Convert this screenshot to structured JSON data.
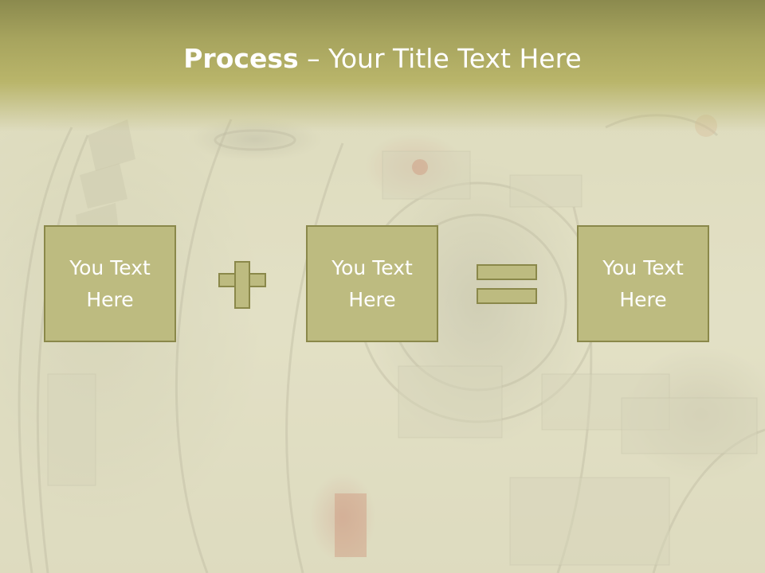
{
  "slide": {
    "title_bold": "Process",
    "title_rest": " – Your Title Text Here"
  },
  "boxes": [
    {
      "text": "You Text Here"
    },
    {
      "text": "You Text Here"
    },
    {
      "text": "You Text Here"
    }
  ],
  "operators": [
    "plus-icon",
    "equals-icon"
  ],
  "colors": {
    "title_band": "#a7a45e",
    "box_fill": "#bdbb80",
    "box_border": "#8a884a",
    "text": "#ffffff"
  }
}
